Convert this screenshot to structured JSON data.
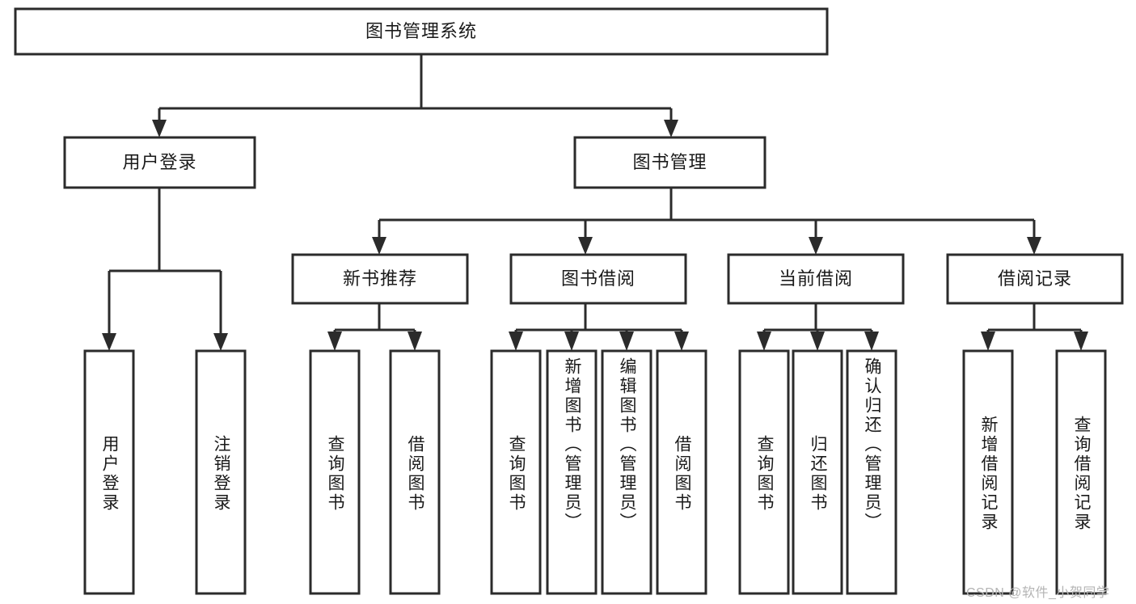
{
  "diagram": {
    "title_node": {
      "label": "图书管理系统"
    },
    "level2": [
      {
        "id": "user-login",
        "label": "用户登录"
      },
      {
        "id": "book-management",
        "label": "图书管理"
      }
    ],
    "level3": [
      {
        "id": "new-book-recommend",
        "label": "新书推荐"
      },
      {
        "id": "book-borrow",
        "label": "图书借阅"
      },
      {
        "id": "current-borrow",
        "label": "当前借阅"
      },
      {
        "id": "borrow-record",
        "label": "借阅记录"
      }
    ],
    "leaves": {
      "user_login": [
        {
          "id": "leaf-user-login",
          "label": "用户登录"
        },
        {
          "id": "leaf-logout-login",
          "label": "注销登录"
        }
      ],
      "new_book_recommend": [
        {
          "id": "leaf-query-book-1",
          "label": "查询图书"
        },
        {
          "id": "leaf-borrow-book-1",
          "label": "借阅图书"
        }
      ],
      "book_borrow": [
        {
          "id": "leaf-query-book-2",
          "label": "查询图书"
        },
        {
          "id": "leaf-add-book",
          "label": "新增图书（管理员）"
        },
        {
          "id": "leaf-edit-book",
          "label": "编辑图书（管理员）"
        },
        {
          "id": "leaf-borrow-book-2",
          "label": "借阅图书"
        }
      ],
      "current_borrow": [
        {
          "id": "leaf-query-book-3",
          "label": "查询图书"
        },
        {
          "id": "leaf-return-book",
          "label": "归还图书"
        },
        {
          "id": "leaf-confirm-return",
          "label": "确认归还（管理员）"
        }
      ],
      "borrow_record": [
        {
          "id": "leaf-add-record",
          "label": "新增借阅记录"
        },
        {
          "id": "leaf-query-record",
          "label": "查询借阅记录"
        }
      ]
    },
    "watermark": "CSDN @软件_小贺同学",
    "colors": {
      "stroke": "#2b2b2b",
      "fill": "#ffffff",
      "text": "#1a1a1a",
      "watermark": "#b4b4b4"
    }
  }
}
